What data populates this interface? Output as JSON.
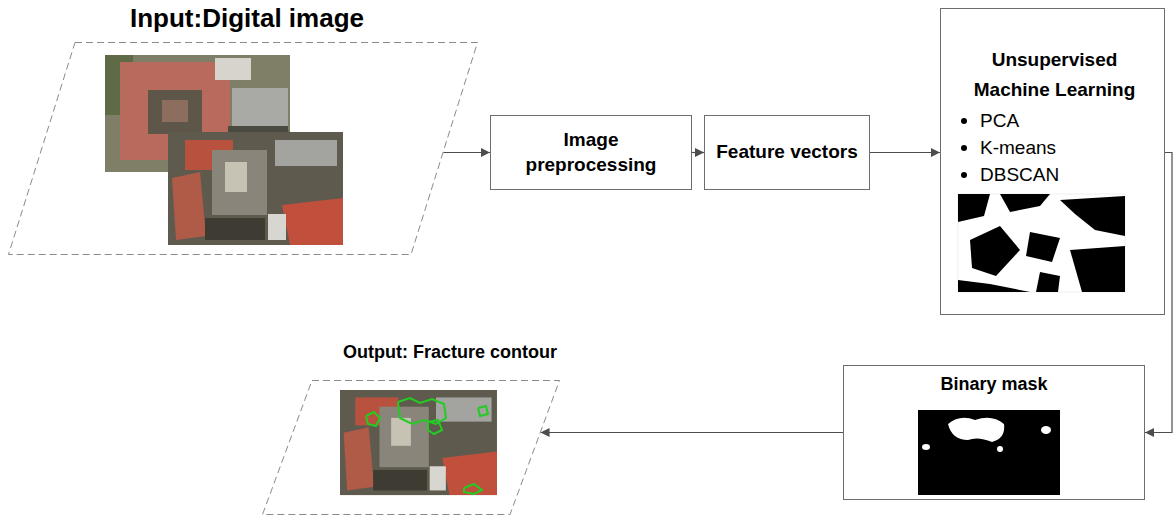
{
  "diagram": {
    "nodes": [
      {
        "text": [
          "Input:Digital image"
        ]
      },
      {
        "text": [
          "Image preprocessing"
        ]
      },
      {
        "text": [
          "Feature vectors"
        ]
      },
      {
        "text": [
          "Unsupervised Machine Learning",
          "PCA",
          "K-means",
          "DBSCAN"
        ]
      },
      {
        "text": [
          "Binary mask"
        ]
      },
      {
        "text": [
          "Output: Fracture contour"
        ]
      }
    ],
    "edges": [
      {
        "from": 0,
        "to": 1,
        "arrow": "to"
      },
      {
        "from": 1,
        "to": 2,
        "arrow": "to"
      },
      {
        "from": 2,
        "to": 3,
        "arrow": "to"
      },
      {
        "from": 3,
        "to": 4,
        "arrow": "to"
      },
      {
        "from": 4,
        "to": 5,
        "arrow": "to"
      }
    ]
  }
}
